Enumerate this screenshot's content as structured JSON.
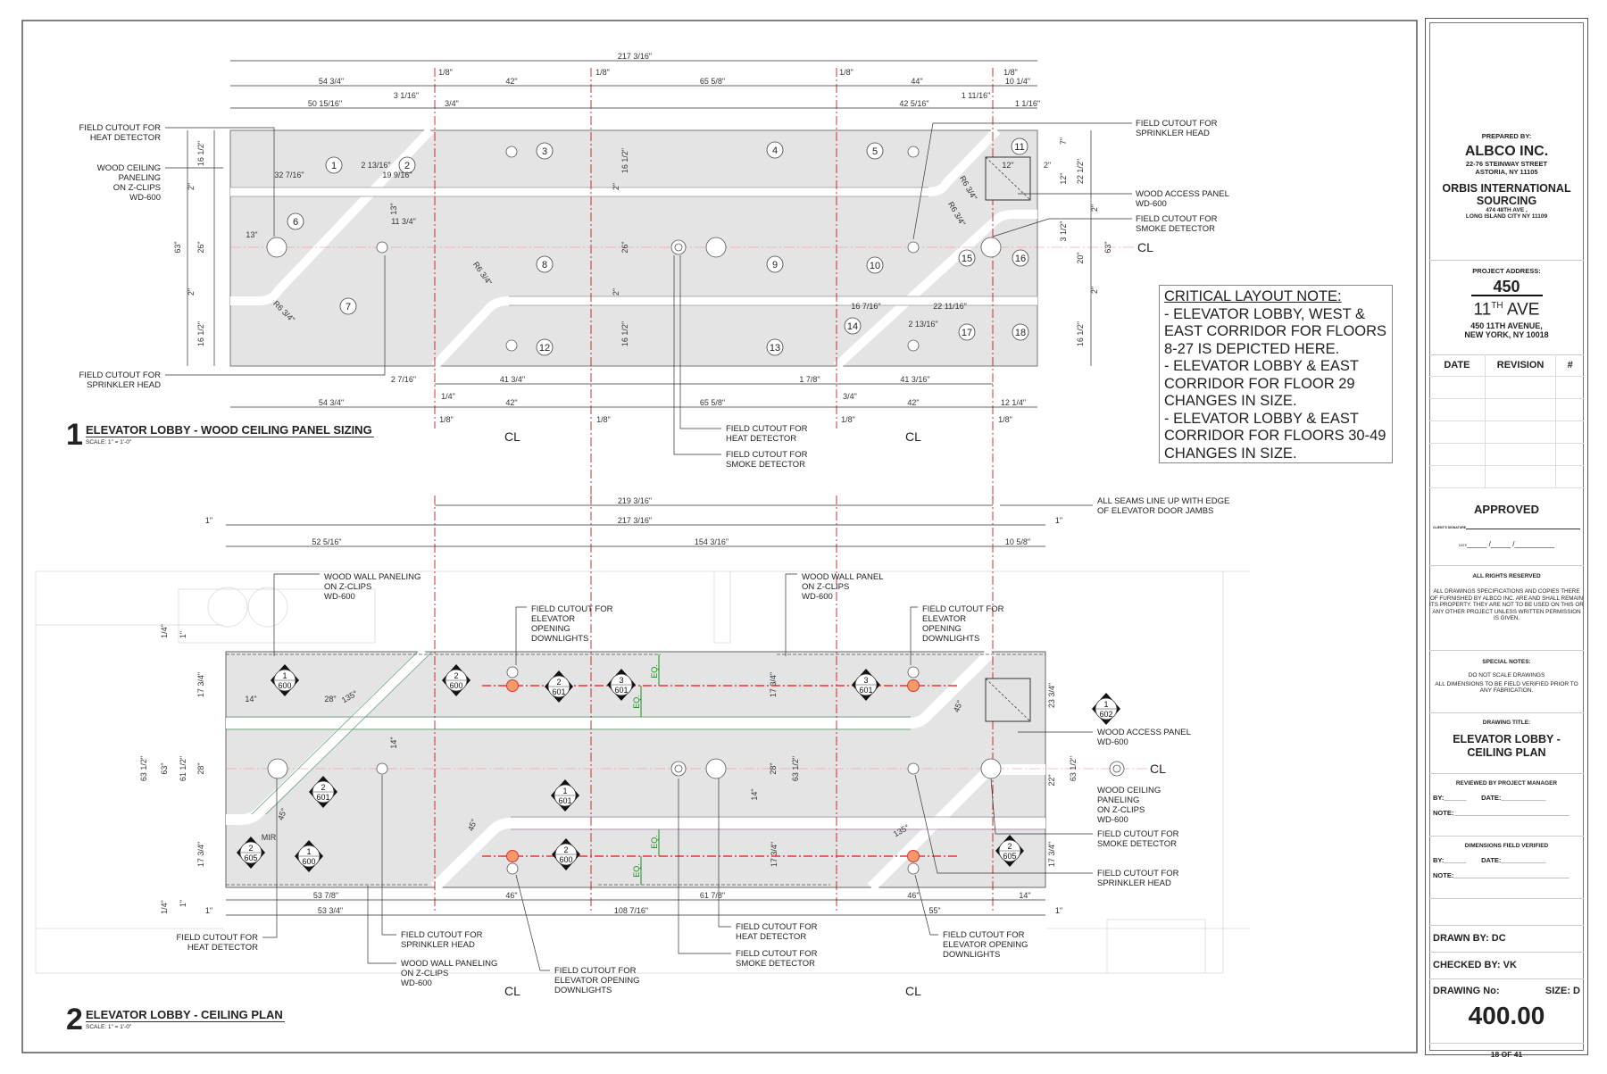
{
  "drawing1": {
    "number": "1",
    "title": "ELEVATOR LOBBY - WOOD CEILING PANEL SIZING",
    "scale": "SCALE: 1\" = 1'-0\"",
    "centerline": "CL",
    "panel_numbers": [
      "1",
      "2",
      "3",
      "4",
      "5",
      "6",
      "7",
      "8",
      "9",
      "10",
      "11",
      "12",
      "13",
      "14",
      "15",
      "16",
      "17",
      "18"
    ],
    "dimensions": [
      "217 3/16\"",
      "1/8\"",
      "1/8\"",
      "1/8\"",
      "1/8\"",
      "54 3/4\"",
      "42\"",
      "65 5/8\"",
      "44\"",
      "10 1/4\"",
      "3 1/16\"",
      "1 11/16\"",
      "50 15/16\"",
      "3/4\"",
      "42 5/16\"",
      "1 1/16\"",
      "32 7/16\"",
      "2 13/16\"",
      "19 9/16\"",
      "13\"",
      "11 3/4\"",
      "13\"",
      "12\"",
      "2\"",
      "R6 3/4\"",
      "R6 3/4\"",
      "R6 3/4\"",
      "R6 3/4\"",
      "16 7/16\"",
      "22 11/16\"",
      "2 13/16\"",
      "16 1/2\"",
      "2\"",
      "26\"",
      "2\"",
      "16 1/2\"",
      "63\"",
      "16 1/2\"",
      "2\"",
      "26\"",
      "2\"",
      "16 1/2\"",
      "7\"",
      "12\"",
      "22 1/2\"",
      "2\"",
      "3 1/2\"",
      "20\"",
      "63\"",
      "2\"",
      "16 1/2\"",
      "2 7/16\"",
      "41 3/4\"",
      "1 7/8\"",
      "41 3/16\"",
      "1/4\"",
      "3/4\"",
      "54 3/4\"",
      "42\"",
      "65 5/8\"",
      "42\"",
      "12 1/4\"",
      "1/8\"",
      "1/8\"",
      "1/8\"",
      "1/8\""
    ],
    "callouts": [
      [
        "FIELD CUTOUT FOR",
        "HEAT DETECTOR"
      ],
      [
        "WOOD CEILING",
        "PANELING",
        "ON Z-CLIPS",
        "WD-600"
      ],
      [
        "FIELD CUTOUT FOR",
        "SPRINKLER HEAD"
      ],
      [
        "FIELD CUTOUT FOR",
        "SPRINKLER HEAD"
      ],
      [
        "WOOD ACCESS PANEL",
        "WD-600"
      ],
      [
        "FIELD CUTOUT FOR",
        "SMOKE DETECTOR"
      ],
      [
        "FIELD CUTOUT FOR",
        "HEAT DETECTOR"
      ],
      [
        "FIELD CUTOUT FOR",
        "SMOKE DETECTOR"
      ]
    ]
  },
  "drawing2": {
    "number": "2",
    "title": "ELEVATOR LOBBY - CEILING PLAN",
    "scale": "SCALE: 1\" = 1'-0\"",
    "centerline": "CL",
    "eq_label": "EQ.",
    "dimensions": [
      "219 3/16\"",
      "217 3/16\"",
      "1\"",
      "1\"",
      "52 5/16\"",
      "154 3/16\"",
      "10 5/8\"",
      "1/4\"",
      "1\"",
      "17 3/4\"",
      "63 1/2\"",
      "63\"",
      "61 1/2\"",
      "28\"",
      "17 3/4\"",
      "1/4\"",
      "1\"",
      "14\"",
      "28\"",
      "135°",
      "14\"",
      "45°",
      "45°",
      "135°",
      "45°",
      "17 3/4\"",
      "28\"",
      "63 1/2\"",
      "14\"",
      "17 3/4\"",
      "23 3/4\"",
      "22\"",
      "63 1/2\"",
      "17 3/4\"",
      "53 7/8\"",
      "46\"",
      "61 7/8\"",
      "46\"",
      "14\"",
      "1\"",
      "53 3/4\"",
      "108 7/16\"",
      "55\"",
      "1\"",
      "MIR"
    ],
    "tags": [
      [
        "1",
        "600"
      ],
      [
        "2",
        "600"
      ],
      [
        "2",
        "601"
      ],
      [
        "3",
        "601"
      ],
      [
        "3",
        "601"
      ],
      [
        "1",
        "602"
      ],
      [
        "2",
        "601"
      ],
      [
        "1",
        "601"
      ],
      [
        "2",
        "605"
      ],
      [
        "1",
        "600"
      ],
      [
        "2",
        "600"
      ],
      [
        "2",
        "605"
      ]
    ],
    "callouts": [
      [
        "ALL SEAMS LINE UP WITH EDGE",
        "OF ELEVATOR DOOR JAMBS"
      ],
      [
        "WOOD WALL PANELING",
        "ON Z-CLIPS",
        "WD-600"
      ],
      [
        "FIELD CUTOUT FOR",
        "ELEVATOR",
        "OPENING",
        "DOWNLIGHTS"
      ],
      [
        "WOOD WALL PANEL",
        "ON Z-CLIPS",
        "WD-600"
      ],
      [
        "FIELD CUTOUT FOR",
        "ELEVATOR",
        "OPENING",
        "DOWNLIGHTS"
      ],
      [
        "WOOD ACCESS PANEL",
        "WD-600"
      ],
      [
        "WOOD CEILING",
        "PANELING",
        "ON Z-CLIPS",
        "WD-600"
      ],
      [
        "FIELD CUTOUT FOR",
        "SMOKE DETECTOR"
      ],
      [
        "FIELD CUTOUT FOR",
        "SPRINKLER HEAD"
      ],
      [
        "FIELD CUTOUT FOR",
        "HEAT DETECTOR"
      ],
      [
        "FIELD CUTOUT FOR",
        "SPRINKLER HEAD"
      ],
      [
        "WOOD WALL PANELING",
        "ON Z-CLIPS",
        "WD-600"
      ],
      [
        "FIELD CUTOUT FOR",
        "ELEVATOR OPENING",
        "DOWNLIGHTS"
      ],
      [
        "FIELD CUTOUT FOR",
        "HEAT DETECTOR"
      ],
      [
        "FIELD CUTOUT FOR",
        "SMOKE DETECTOR"
      ],
      [
        "FIELD CUTOUT FOR",
        "ELEVATOR OPENING",
        "DOWNLIGHTS"
      ]
    ]
  },
  "critical_note": {
    "title": "CRITICAL LAYOUT NOTE:",
    "lines": [
      "-  ELEVATOR LOBBY, WEST & EAST CORRIDOR FOR FLOORS 8-27 IS DEPICTED HERE.",
      "-  ELEVATOR LOBBY & EAST CORRIDOR FOR FLOOR 29 CHANGES IN SIZE.",
      "-  ELEVATOR LOBBY & EAST CORRIDOR FOR FLOORS 30-49 CHANGES IN SIZE."
    ]
  },
  "title_block": {
    "prepared_by_label": "PREPARED BY:",
    "company": "ALBCO INC.",
    "company_address1": "22-76 STEINWAY STREET",
    "company_address2": "ASTORIA, NY 11105",
    "client_line1": "ORBIS INTERNATIONAL",
    "client_line2": "SOURCING",
    "client_address1": "474 48TH AVE ,",
    "client_address2": "LONG ISLAND CITY NY 11109",
    "project_address_label": "PROJECT ADDRESS:",
    "project_number": "450",
    "project_street_num": "11",
    "project_street_sup": "TH",
    "project_street_name": " AVE",
    "project_address1": "450 11TH AVENUE,",
    "project_address2": "NEW YORK, NY 10018",
    "revision_headers": [
      "DATE",
      "REVISION",
      "#"
    ],
    "approved_label": "APPROVED",
    "client_signature_label": "CLIENT'S SIGNATURE",
    "date_label": "DATE",
    "date_blank": "_____ /_____ /__________",
    "rights_label": "ALL RIGHTS RESERVED",
    "rights_text": "ALL DRAWINGS SPECIFICATIONS AND COPIES THERE OF FURNISHED BY ALBCO INC. ARE AND SHALL REMAIN ITS PROPERTY. THEY ARE NOT TO BE USED ON THIS OR ANY OTHER PROJECT UNLESS WRITTEN PERMISSION IS GIVEN.",
    "special_notes_label": "SPECIAL NOTES:",
    "special_note1": "DO NOT SCALE DRAWINGS",
    "special_note2": "ALL DIMENSIONS TO BE FIELD VERIFIED PRIOR  TO ANY FABRICATION.",
    "drawing_title_label": "DRAWING TITLE:",
    "drawing_title": "ELEVATOR LOBBY - CEILING PLAN",
    "reviewed_label": "REVIEWED BY PROJECT MANAGER",
    "verified_label": "DIMENSIONS FIELD VERIFIED",
    "by_field": "BY:______",
    "date_field": "DATE:____________",
    "note_field": "NOTE:_______________________________",
    "drawn_by": "DRAWN BY: DC",
    "checked_by": "CHECKED BY: VK",
    "drawing_no_label": "DRAWING No:",
    "size": "SIZE: D",
    "drawing_no": "400.00",
    "sheet": "18  OF  41"
  }
}
